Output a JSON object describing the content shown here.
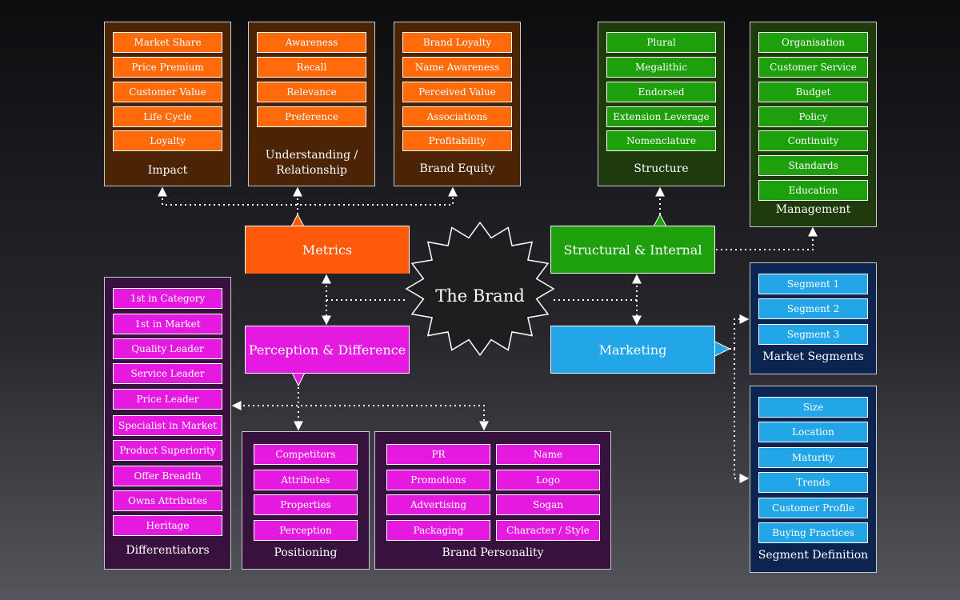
{
  "center": {
    "label": "The Brand"
  },
  "hubs": {
    "metrics": "Metrics",
    "structural": "Structural & Internal",
    "perception": "Perception & Difference",
    "marketing": "Marketing"
  },
  "groups": {
    "impact": {
      "caption": "Impact",
      "items": [
        "Market Share",
        "Price Premium",
        "Customer Value",
        "Life Cycle",
        "Loyalty"
      ]
    },
    "understanding": {
      "caption_line1": "Understanding /",
      "caption_line2": "Relationship",
      "items": [
        "Awareness",
        "Recall",
        "Relevance",
        "Preference"
      ]
    },
    "brand_equity": {
      "caption": "Brand Equity",
      "items": [
        "Brand Loyalty",
        "Name Awareness",
        "Perceived Value",
        "Associations",
        "Profitability"
      ]
    },
    "structure": {
      "caption": "Structure",
      "items": [
        "Plural",
        "Megalithic",
        "Endorsed",
        "Extension Leverage",
        "Nomenclature"
      ]
    },
    "management": {
      "caption": "Management",
      "items": [
        "Organisation",
        "Customer Service",
        "Budget",
        "Policy",
        "Continuity",
        "Standards",
        "Education"
      ]
    },
    "differentiators": {
      "caption": "Differentiators",
      "items": [
        "1st in Category",
        "1st in Market",
        "Quality Leader",
        "Service Leader",
        "Price Leader",
        "Specialist in Market",
        "Product Superiority",
        "Offer Breadth",
        "Owns Attributes",
        "Heritage"
      ]
    },
    "positioning": {
      "caption": "Positioning",
      "items": [
        "Competitors",
        "Attributes",
        "Properties",
        "Perception"
      ]
    },
    "brand_personality": {
      "caption": "Brand Personality",
      "left": [
        "PR",
        "Promotions",
        "Advertising",
        "Packaging"
      ],
      "right": [
        "Name",
        "Logo",
        "Sogan",
        "Character / Style"
      ]
    },
    "market_segments": {
      "caption": "Market Segments",
      "items": [
        "Segment 1",
        "Segment 2",
        "Segment 3"
      ]
    },
    "segment_definition": {
      "caption": "Segment Definition",
      "items": [
        "Size",
        "Location",
        "Maturity",
        "Trends",
        "Customer Profile",
        "Buying Practices"
      ]
    }
  },
  "colors": {
    "orange": "#ff6a0a",
    "green": "#1ea00c",
    "magenta": "#e51ae0",
    "cyan": "#22a6e8",
    "star": "#1e1e20",
    "connector": "#ffffff"
  }
}
